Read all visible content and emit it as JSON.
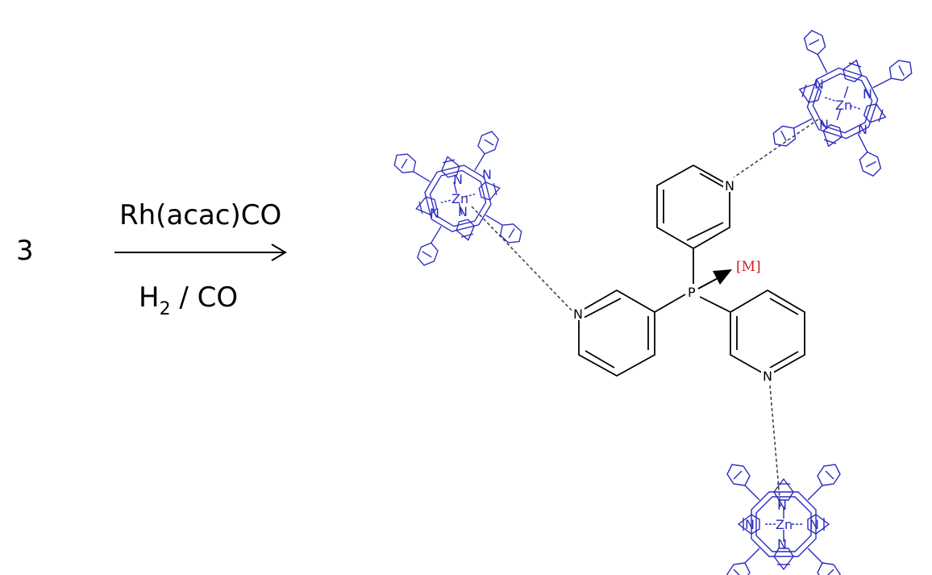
{
  "scheme": {
    "reactant_label": "3",
    "reagent_above": "Rh(acac)CO",
    "reagent_below_main": "H",
    "reagent_below_sub": "2",
    "reagent_below_rest": " / CO"
  },
  "ligand": {
    "phosphorus": "P",
    "pyridine_n": "N",
    "metal_label": "[M]"
  },
  "porphyrin": {
    "metal": "Zn",
    "n_label": "N"
  },
  "colors": {
    "porphyrin": "#2b2bbf",
    "ligand": "#000000",
    "metal": "#cc2222",
    "coordination": "#444444"
  }
}
